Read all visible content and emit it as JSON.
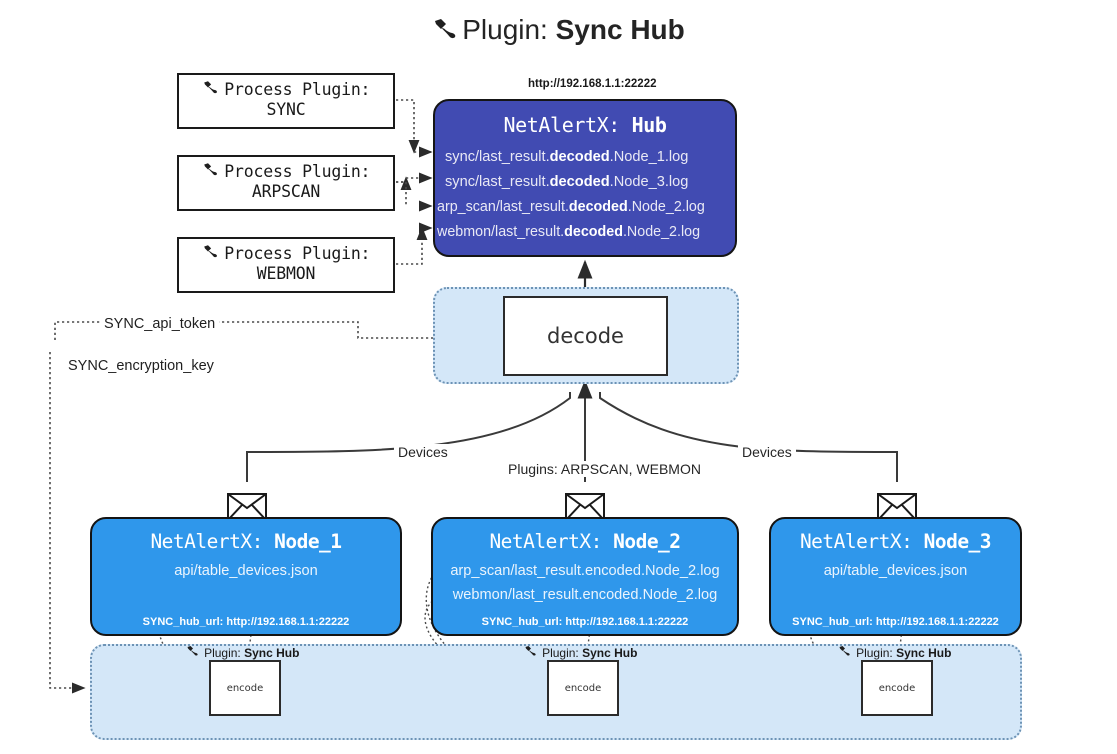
{
  "header": {
    "icon": "plug-icon",
    "prefix": "Plugin:",
    "title": "Sync Hub"
  },
  "process_plugins": [
    {
      "icon": "plug-icon",
      "line1": "Process Plugin:",
      "line2": "SYNC"
    },
    {
      "icon": "plug-icon",
      "line1": "Process Plugin:",
      "line2": "ARPSCAN"
    },
    {
      "icon": "plug-icon",
      "line1": "Process Plugin:",
      "line2": "WEBMON"
    }
  ],
  "hub": {
    "url": "http://192.168.1.1:22222",
    "title_prefix": "NetAlertX:",
    "title_name": "Hub",
    "logs": [
      {
        "pre": "sync/last_result.",
        "strong": "decoded",
        "post": ".Node_1.log"
      },
      {
        "pre": "sync/last_result.",
        "strong": "decoded",
        "post": ".Node_3.log"
      },
      {
        "pre": "arp_scan/last_result.",
        "strong": "decoded",
        "post": ".Node_2.log"
      },
      {
        "pre": "webmon/last_result.",
        "strong": "decoded",
        "post": ".Node_2.log"
      }
    ]
  },
  "decode": {
    "label": "decode"
  },
  "keys": {
    "api_token": "SYNC_api_token",
    "encryption_key": "SYNC_encryption_key"
  },
  "edge_labels": {
    "devices_left": "Devices",
    "plugins_center": "Plugins: ARPSCAN, WEBMON",
    "devices_right": "Devices"
  },
  "nodes": [
    {
      "title_prefix": "NetAlertX:",
      "title_name": "Node_1",
      "lines": [
        "api/table_devices.json"
      ],
      "footer": "SYNC_hub_url: http://192.168.1.1:22222",
      "icon": "envelope-icon"
    },
    {
      "title_prefix": "NetAlertX:",
      "title_name": "Node_2",
      "lines": [
        "arp_scan/last_result.encoded.Node_2.log",
        "webmon/last_result.encoded.Node_2.log"
      ],
      "footer": "SYNC_hub_url: http://192.168.1.1:22222",
      "icon": "envelope-icon"
    },
    {
      "title_prefix": "NetAlertX:",
      "title_name": "Node_3",
      "lines": [
        "api/table_devices.json"
      ],
      "footer": "SYNC_hub_url: http://192.168.1.1:22222",
      "icon": "envelope-icon"
    }
  ],
  "encoders": [
    {
      "caption_icon": "plug-icon",
      "caption_prefix": "Plugin:",
      "caption_name": "Sync Hub",
      "label": "encode"
    },
    {
      "caption_icon": "plug-icon",
      "caption_prefix": "Plugin:",
      "caption_name": "Sync Hub",
      "label": "encode"
    },
    {
      "caption_icon": "plug-icon",
      "caption_prefix": "Plugin:",
      "caption_name": "Sync Hub",
      "label": "encode"
    }
  ],
  "colors": {
    "hub_fill": "#414bb2",
    "node_fill": "#2f97eb",
    "container_fill": "#d4e7f8",
    "container_border": "#6d93b5",
    "line": "#3a3a3a",
    "background": "#ffffff"
  }
}
